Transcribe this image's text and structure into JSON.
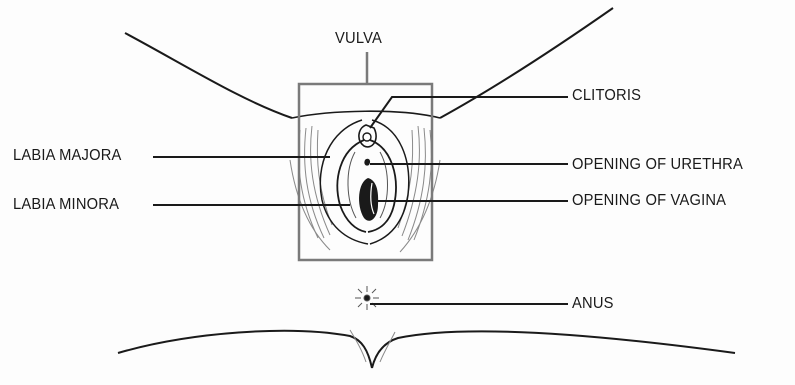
{
  "labels": {
    "vulva": "VULVA",
    "clitoris": "CLITORIS",
    "labia_majora": "LABIA MAJORA",
    "opening_of_urethra": "OPENING OF URETHRA",
    "labia_minora": "LABIA MINORA",
    "opening_of_vagina": "OPENING OF VAGINA",
    "anus": "ANUS"
  },
  "colors": {
    "ink": "#1a1a1a",
    "box": "#7a7a7a",
    "shading": "#8a8a8a",
    "background": "#fdfdfd"
  }
}
